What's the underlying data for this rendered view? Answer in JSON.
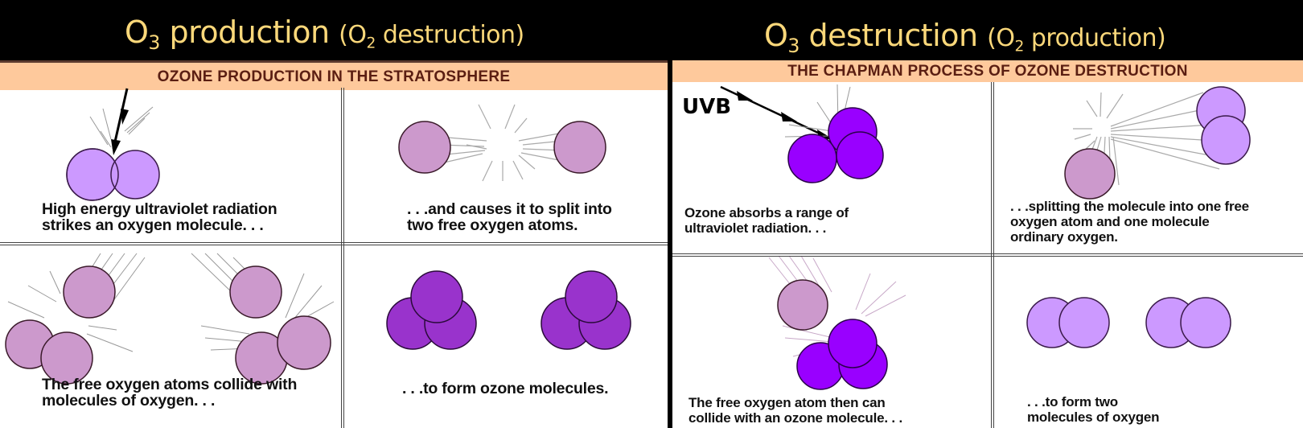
{
  "titles": {
    "left": {
      "main_sub": "3",
      "main_prefix": "O",
      "main_text": " production ",
      "paren_open": "(O",
      "paren_sub": "2",
      "paren_text": " destruction)"
    },
    "right": {
      "main_sub": "3",
      "main_prefix": "O",
      "main_text": " destruction ",
      "paren_open": "(O",
      "paren_sub": "2",
      "paren_text": " production)"
    }
  },
  "left_panel": {
    "header": "OZONE PRODUCTION IN THE STRATOSPHERE",
    "steps": [
      {
        "caption_lines": [
          "High energy ultraviolet radiation",
          "strikes an oxygen molecule. . ."
        ]
      },
      {
        "caption_lines": [
          ". . .and causes it to split into",
          "two free oxygen atoms."
        ]
      },
      {
        "caption_lines": [
          "The free oxygen atoms collide with",
          "molecules of oxygen. . ."
        ]
      },
      {
        "caption_lines": [
          ". . .to form ozone molecules."
        ]
      }
    ]
  },
  "right_panel": {
    "header": "THE CHAPMAN PROCESS OF OZONE DESTRUCTION",
    "uvb_label": "UVB",
    "steps": [
      {
        "caption_lines": [
          "Ozone absorbs a range of",
          "ultraviolet radiation. . ."
        ]
      },
      {
        "caption_lines": [
          ". . .splitting the molecule into one free",
          "oxygen atom and one molecule",
          "ordinary oxygen."
        ]
      },
      {
        "caption_lines": [
          "The free oxygen atom then can",
          "collide with an ozone molecule. . ."
        ]
      },
      {
        "caption_lines": [
          ". . .to form two",
          "molecules of oxygen"
        ]
      }
    ]
  },
  "colors": {
    "title": "#fbd87a",
    "header_band": "#fec99c",
    "header_text": "#5a1e12",
    "o2_molecule": "#cc99ff",
    "free_atom": "#cc99cc",
    "ozone_left": "#9933cc",
    "ozone_right": "#9900ff"
  }
}
